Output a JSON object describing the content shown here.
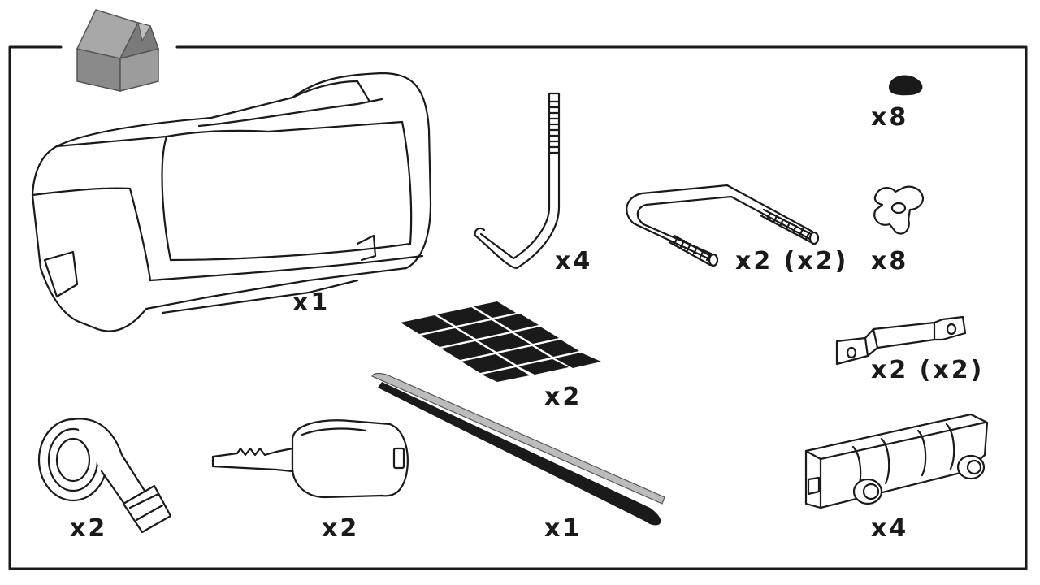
{
  "items": [
    {
      "id": "storage-box",
      "quantity": "x1"
    },
    {
      "id": "j-bolt",
      "quantity": "x4"
    },
    {
      "id": "u-bolt",
      "quantity": "x2 (x2)"
    },
    {
      "id": "cap",
      "quantity": "x8"
    },
    {
      "id": "knob",
      "quantity": "x8"
    },
    {
      "id": "bracket-plate",
      "quantity": "x2 (x2)"
    },
    {
      "id": "pad-sheet",
      "quantity": "x2"
    },
    {
      "id": "strap",
      "quantity": "x2"
    },
    {
      "id": "key",
      "quantity": "x2"
    },
    {
      "id": "adhesive-strip",
      "quantity": "x1"
    },
    {
      "id": "clamp",
      "quantity": "x4"
    }
  ],
  "colors": {
    "line": "#1a1a1a",
    "box_icon": "#8a8a8a",
    "background": "#ffffff"
  }
}
